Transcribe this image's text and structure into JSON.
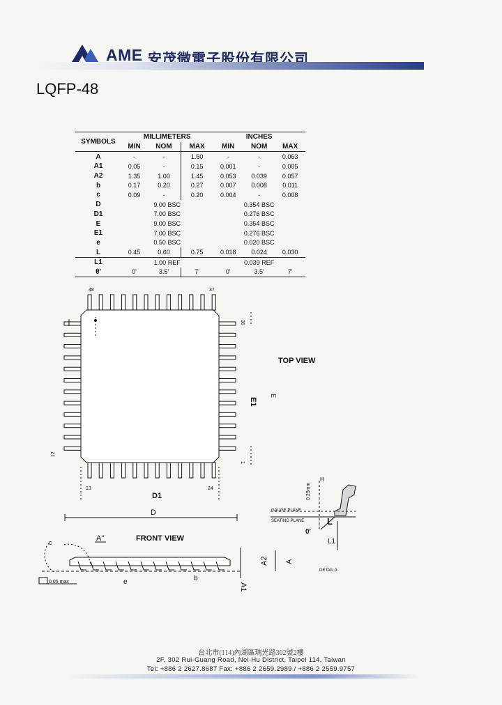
{
  "header": {
    "brand": "AME",
    "company": "安茂微電子股份有限公司",
    "colors": {
      "brand": "#1e2b63",
      "bar": "#2a3d85"
    }
  },
  "title": "LQFP-48",
  "spec_table": {
    "symbols_header": "SYMBOLS",
    "mm_header": "MILLIMETERS",
    "in_header": "INCHES",
    "sub_headers": [
      "MIN",
      "NOM",
      "MAX",
      "MIN",
      "NOM",
      "MAX"
    ],
    "rows": [
      {
        "sym": "A",
        "v": [
          "-",
          "-",
          "1.60",
          "-",
          "-",
          "0.063"
        ]
      },
      {
        "sym": "A1",
        "v": [
          "0.05",
          "-",
          "0.15",
          "0.001",
          "-",
          "0.005"
        ]
      },
      {
        "sym": "A2",
        "v": [
          "1.35",
          "1.00",
          "1.45",
          "0.053",
          "0.039",
          "0.057"
        ]
      },
      {
        "sym": "b",
        "v": [
          "0.17",
          "0.20",
          "0.27",
          "0.007",
          "0.008",
          "0.011"
        ]
      },
      {
        "sym": "c",
        "v": [
          "0.09",
          "-",
          "0.20",
          "0.004",
          "-",
          "0.008"
        ]
      },
      {
        "sym": "D",
        "mm": "9.00 BSC",
        "in": "0.354 BSC"
      },
      {
        "sym": "D1",
        "mm": "7.00 BSC",
        "in": "0.276 BSC"
      },
      {
        "sym": "E",
        "mm": "9.00 BSC",
        "in": "0.354 BSC"
      },
      {
        "sym": "E1",
        "mm": "7.00 BSC",
        "in": "0.276 BSC"
      },
      {
        "sym": "e",
        "mm": "0.50 BSC",
        "in": "0.020 BSC"
      },
      {
        "sym": "L",
        "v": [
          "0.45",
          "0.60",
          "0.75",
          "0.018",
          "0.024",
          "0.030"
        ]
      },
      {
        "sym": "L1",
        "mm": "1.00 REF",
        "in": "0.039 REF"
      },
      {
        "sym": "θ'",
        "v": [
          "0'",
          "3.5'",
          "7'",
          "0'",
          "3.5'",
          "7'"
        ]
      }
    ]
  },
  "top_view": {
    "label": "TOP VIEW",
    "pin_labels": {
      "top_left": "48",
      "top_right": "37",
      "right_top": "36",
      "left_bottom": "12",
      "bottom_left": "13",
      "bottom_right": "24",
      "right_bottom": "1"
    },
    "dim_d1": "D1",
    "dim_d": "D",
    "dim_e1": "E1",
    "dim_e": "E"
  },
  "front_view": {
    "label": "FRONT VIEW",
    "callout": "A\"",
    "c_label": "c",
    "e_label": "e",
    "b_label": "b",
    "tolerance": "0.05 max",
    "a2_label": "A2",
    "a_label": "A",
    "a1_label": "A1"
  },
  "detail_view": {
    "h_label": "H",
    "gauge_dim": "0.25mm",
    "gauge_plane": "GAUGE PLANE",
    "seating_plane": "SEATING PLANE",
    "l_label": "L",
    "theta_label": "0'",
    "l1_label": "L1",
    "detail_label": "DETAIL A"
  },
  "footer": {
    "addr_cn": "台北市(114)內湖區瑞光路302號2樓",
    "addr_en": "2F, 302 Rui-Guang Road, Nei-Hu District, Taipei 114, Taiwan",
    "contact": "Tel: +886 2 2627.8687  Fax: +886 2 2659.2989 / +886 2 2559.9757"
  }
}
